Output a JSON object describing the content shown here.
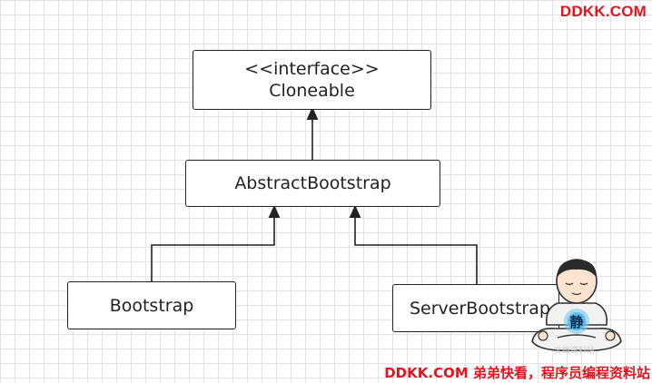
{
  "diagram": {
    "nodes": {
      "cloneable": {
        "stereotype": "<<interface>>",
        "name": "Cloneable"
      },
      "abstract_bootstrap": {
        "name": "AbstractBootstrap"
      },
      "bootstrap": {
        "name": "Bootstrap"
      },
      "server_bootstrap": {
        "name": "ServerBootstrap"
      }
    },
    "edges": [
      {
        "from": "abstract_bootstrap",
        "to": "cloneable",
        "type": "inheritance"
      },
      {
        "from": "bootstrap",
        "to": "abstract_bootstrap",
        "type": "inheritance"
      },
      {
        "from": "server_bootstrap",
        "to": "abstract_bootstrap",
        "type": "inheritance"
      }
    ]
  },
  "watermarks": {
    "top": "DDKK.COM",
    "bottom": "DDKK.COM 弟弟快看，程序员编程资料站"
  },
  "mascot": {
    "badge_char": "静",
    "caption": "文档资料站"
  },
  "colors": {
    "line": "#222222",
    "watermark": "#e4141e",
    "grid": "#e4e4e4",
    "badge": "#6ec6f0"
  }
}
